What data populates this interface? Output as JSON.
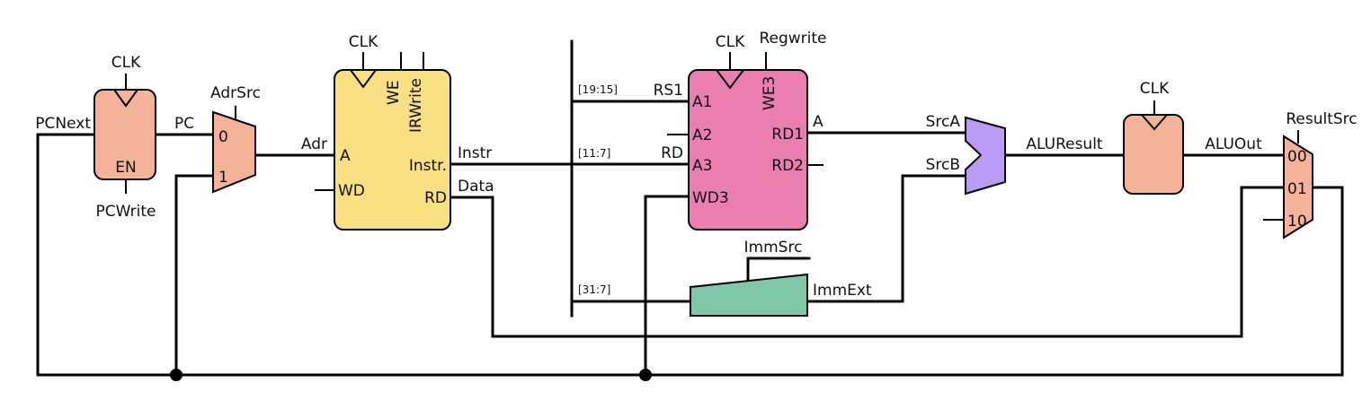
{
  "colors": {
    "pc_register": "#f4b399",
    "memory": "#f7df82",
    "register_file": "#ea7eb0",
    "alu": "#b99af4",
    "extend": "#7fc7a8",
    "aluout_register": "#f4b399",
    "mux": "#f4b399",
    "wire": "#000000"
  },
  "pc_register": {
    "clk": "CLK",
    "enable": "EN",
    "enable_signal": "PCWrite",
    "input": "PCNext",
    "output": "PC"
  },
  "adr_mux": {
    "select": "AdrSrc",
    "in0": "0",
    "in1": "1",
    "output": "Adr"
  },
  "memory": {
    "clk": "CLK",
    "we": "WE",
    "irwrite": "IRWrite",
    "port_a": "A",
    "port_wd": "WD",
    "port_instr": "Instr.",
    "port_rd": "RD",
    "out_instr": "Instr",
    "out_data": "Data"
  },
  "bus": {
    "f1": "[19:15]",
    "f2": "[11:7]",
    "f3": "[31:7]"
  },
  "register_file": {
    "clk": "CLK",
    "regwrite": "Regwrite",
    "we3": "WE3",
    "a1": "A1",
    "a2": "A2",
    "a3": "A3",
    "wd3": "WD3",
    "rd1": "RD1",
    "rd2": "RD2",
    "rs1": "RS1",
    "rd": "RD",
    "out_a": "A"
  },
  "extend": {
    "control": "ImmSrc",
    "output": "ImmExt"
  },
  "alu": {
    "src_a": "SrcA",
    "src_b": "SrcB",
    "result": "ALUResult"
  },
  "aluout_register": {
    "clk": "CLK",
    "output": "ALUOut"
  },
  "result_mux": {
    "select": "ResultSrc",
    "in0": "00",
    "in1": "01",
    "in2": "10"
  }
}
